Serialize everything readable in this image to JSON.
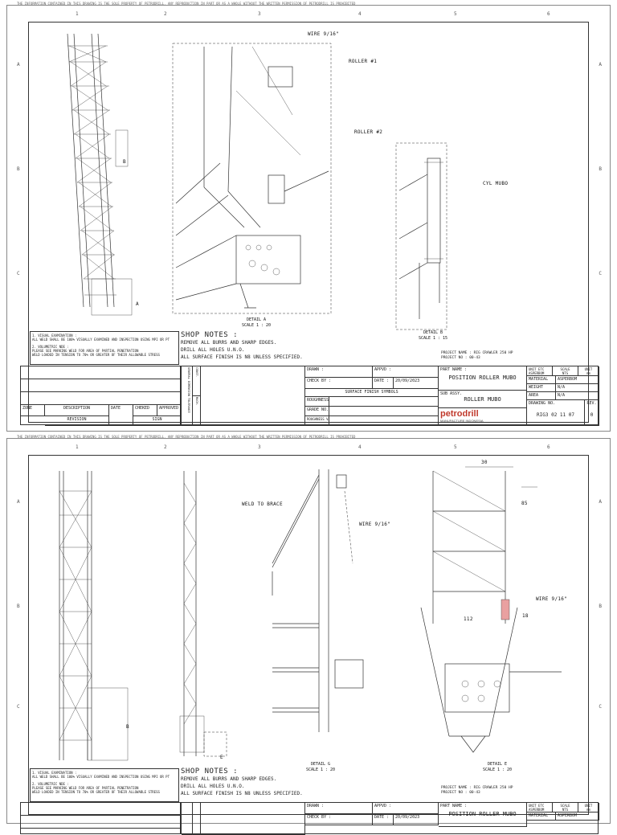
{
  "confidentiality_note": "THE INFORMATION CONTAINED IN THIS DRAWING IS THE SOLE PROPERTY OF PETRODRILL. ANY REPRODUCTION IN PART OR AS A WHOLE WITHOUT THE WRITTEN PERMISSION OF PETRODRILL IS PROHIBITED",
  "grid_columns": [
    "1",
    "2",
    "3",
    "4",
    "5",
    "6"
  ],
  "grid_rows": [
    "A",
    "B",
    "C"
  ],
  "sheet1": {
    "callouts": {
      "wire": "WIRE 9/16\"",
      "roller1": "ROLLER #1",
      "roller2": "ROLLER #2",
      "cyl": "CYL MUBO",
      "ref_b": "B",
      "ref_a": "A"
    },
    "detail_a": {
      "title": "DETAIL  A",
      "scale": "SCALE 1 : 20"
    },
    "detail_b": {
      "title": "DETAIL  B",
      "scale": "SCALE 1 : 15"
    }
  },
  "sheet2": {
    "callouts": {
      "weld": "WELD TO BRACE",
      "wire1": "WIRE 9/16\"",
      "wire2": "WIRE 9/16\"",
      "dim30": "30",
      "dim85": "85",
      "dim112": "112",
      "dim18": "18",
      "ref_b": "B",
      "ref_e": "E"
    },
    "detail_g": {
      "title": "DETAIL  G",
      "scale": "SCALE 1 : 20"
    },
    "detail_e": {
      "title": "DETAIL  E",
      "scale": "SCALE 1 : 20"
    }
  },
  "general_notes": {
    "n1": "1. VISUAL EXAMINATION :",
    "n1a": "ALL WELD SHALL BE 100% VISUALLY EXAMINED AND INSPECTION USING MPI OR PT",
    "n2": "2. VOLUMETRIC NDE :",
    "n2a": "PLEASE SEE MARKING WELD FOR AREA OF PARTIAL PENETRATION",
    "n2b": "WELD LOADED IN TENSION TO 70% OR GREATER OF THEIR ALLOWABLE STRESS"
  },
  "shop_notes": {
    "title": "SHOP NOTES :",
    "items": [
      "REMOVE ALL BURRS AND SHARP EDGES.",
      "DRILL ALL HOLES U.N.O.",
      "ALL SURFACE FINISH IS N8 UNLESS SPECIFIED."
    ]
  },
  "project": {
    "name": "PROJECT NAME :  RIG CRAWLER 250 HP",
    "no": "PROJECT NO :   00-43"
  },
  "title_block": {
    "drawn": "DRAWN :",
    "check": "CHECK BY :",
    "appvd": "APPVD :",
    "date": "DATE :",
    "date_val": "20/09/2023",
    "surface": "SURFACE FINISH SYMBOLS",
    "roughness": "ROUGHNESS",
    "grade": "GRADE NO.",
    "rvalue": "ROUGHNESS VALUE",
    "part_name_lbl": "PART NAME :",
    "part_name": "POSITION ROLLER MUBO",
    "sub_assy_lbl": "SUB ASSY.",
    "sub_assy": "ROLLER MUBO",
    "unit_lbl": "UNIT ETC",
    "unit_val": "ASPERBOM",
    "scale_lbl": "SCALE",
    "scale_val": "NTS",
    "uom_lbl": "UNIT",
    "uom_val": "mm",
    "material_lbl": "MATERIAL",
    "material_val": "ASPERBOM",
    "weight_lbl": "WEIGHT",
    "weight_val": "N/A",
    "area_lbl": "AREA",
    "area_val": "N/A",
    "dwg_lbl": "DRAWING NO.",
    "dwg_val": "RIG3 02 11 07",
    "rev_lbl": "REV.",
    "rev_val": "0",
    "company": "petrodrill",
    "company_sub": "MANUFACTURE INDONESIA",
    "side_label": "GENERAL DIMENSION TOLERANCE",
    "const": "CONST.",
    "mach": "MACH."
  },
  "revision_block": {
    "zone": "ZONE",
    "description": "DESCRIPTION",
    "date": "DATE",
    "checked": "CHEKED",
    "approved": "APPROVED",
    "revision": "REVISION",
    "sign": "SIGN"
  }
}
